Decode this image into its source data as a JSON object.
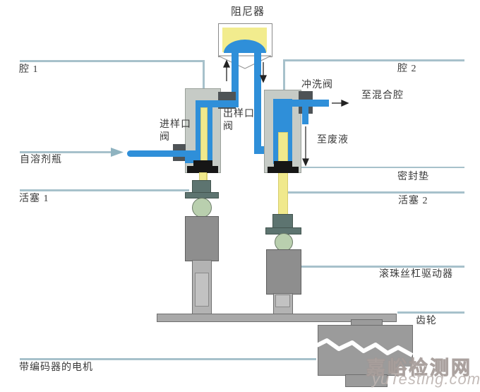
{
  "labels": {
    "damper": "阻尼器",
    "chamber1": "腔 1",
    "chamber2": "腔 2",
    "purge_valve": "冲洗阀",
    "to_mixing_chamber": "至混合腔",
    "inlet_valve_line1": "进样口",
    "inlet_valve_line2": "阀",
    "outlet_valve_line1": "出样口",
    "outlet_valve_line2": "阀",
    "to_waste": "至废液",
    "from_solvent_bottle": "自溶剂瓶",
    "seal": "密封垫",
    "piston1": "活塞 1",
    "piston2": "活塞 2",
    "ball_screw_drive": "滚珠丝杠驱动器",
    "gear": "齿轮",
    "motor_with_encoder": "带编码器的电机"
  },
  "watermark": {
    "line1": "嘉峪检测网",
    "line2": "yuTesting.com"
  },
  "icons": {
    "flow_up_arrow": "↑",
    "flow_down_arrow": "↓",
    "flow_right_arrow": "→",
    "waste_down_arrow": "↓",
    "solvent_inlet_arrow": "→"
  },
  "colors": {
    "tube_blue": "#2f8fd9",
    "piston_yellow": "#f0e98c",
    "damper_yellow": "#f2ec8e",
    "pump_body_gray": "#c6cbc6",
    "valve_dark_gray": "#4e5356",
    "seal_black": "#161616",
    "drive_gray": "#8e8e8e",
    "piston_holder_teal": "#5d7470",
    "ball_green": "#b9cfae",
    "leader_line": "#a7c1cb",
    "label_text": "#3a3a3a",
    "background": "#ffffff"
  }
}
